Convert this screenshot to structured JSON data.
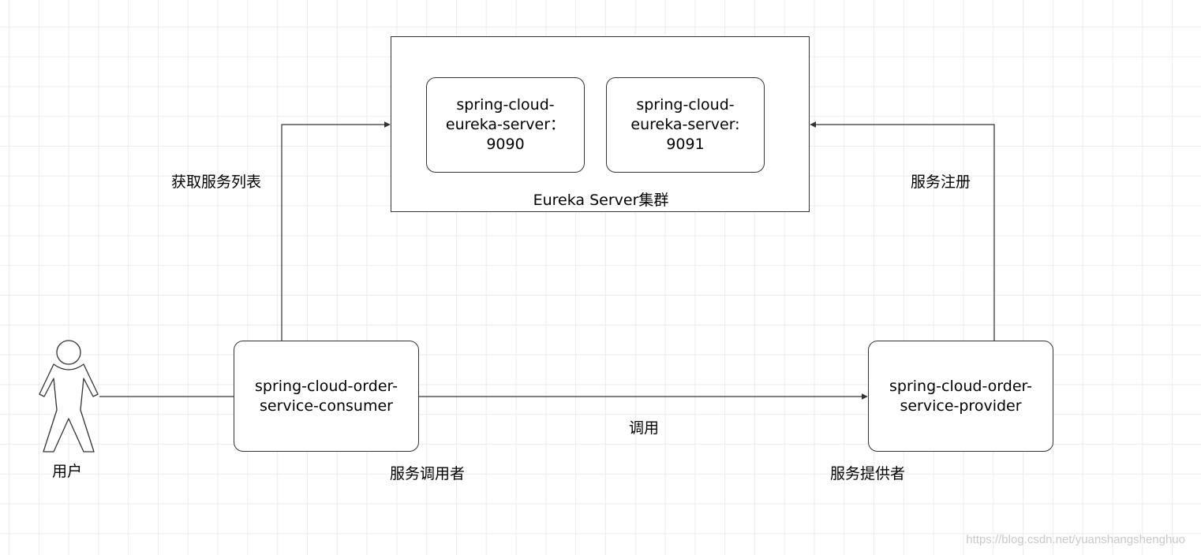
{
  "cluster": {
    "label": "Eureka Server集群",
    "servers": [
      "spring-cloud-\neureka-server：\n9090",
      "spring-cloud-\neureka-server:\n9091"
    ]
  },
  "consumer": {
    "name": "spring-cloud-order-\nservice-consumer",
    "role": "服务调用者"
  },
  "provider": {
    "name": "spring-cloud-order-\nservice-provider",
    "role": "服务提供者"
  },
  "actor": {
    "label": "用户"
  },
  "edges": {
    "fetch_label": "获取服务列表",
    "register_label": "服务注册",
    "call_label": "调用"
  },
  "watermark": "https://blog.csdn.net/yuanshangshenghuo"
}
